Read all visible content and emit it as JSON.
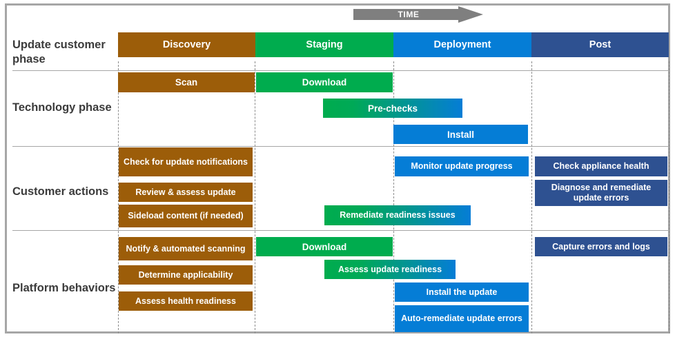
{
  "diagram": {
    "title_arrow": "TIME",
    "colors": {
      "discovery": "#9c5d09",
      "staging": "#00ac4e",
      "deployment": "#057dd6",
      "post": "#2e5191",
      "frame": "#a6a6a6",
      "arrow": "#7f7f7f",
      "grid": "#8c8c8c",
      "label_text": "#3b3b3b"
    },
    "row_labels": [
      "Update customer phase",
      "Technology phase",
      "Customer actions",
      "Platform behaviors"
    ],
    "phases": [
      {
        "label": "Discovery",
        "color": "#9c5d09"
      },
      {
        "label": "Staging",
        "color": "#00ac4e"
      },
      {
        "label": "Deployment",
        "color": "#057dd6"
      },
      {
        "label": "Post",
        "color": "#2e5191"
      }
    ],
    "technology_phase_bars": [
      {
        "label": "Scan",
        "kind": "discovery"
      },
      {
        "label": "Download",
        "kind": "staging"
      },
      {
        "label": "Pre-checks",
        "kind": "staging-deployment-gradient"
      },
      {
        "label": "Install",
        "kind": "deployment"
      }
    ],
    "customer_action_bars": [
      {
        "label": "Check for update notifications",
        "kind": "discovery"
      },
      {
        "label": "Review & assess update",
        "kind": "discovery"
      },
      {
        "label": "Sideload content (if needed)",
        "kind": "discovery"
      },
      {
        "label": "Remediate readiness issues",
        "kind": "staging-deployment-gradient"
      },
      {
        "label": "Monitor update progress",
        "kind": "deployment"
      },
      {
        "label": "Check appliance health",
        "kind": "post"
      },
      {
        "label": "Diagnose and remediate update errors",
        "kind": "post"
      }
    ],
    "platform_behavior_bars": [
      {
        "label": "Notify & automated scanning",
        "kind": "discovery"
      },
      {
        "label": "Determine applicability",
        "kind": "discovery"
      },
      {
        "label": "Assess health readiness",
        "kind": "discovery"
      },
      {
        "label": "Download",
        "kind": "staging"
      },
      {
        "label": "Assess update readiness",
        "kind": "staging-deployment-gradient"
      },
      {
        "label": "Install  the update",
        "kind": "deployment"
      },
      {
        "label": "Auto-remediate update errors",
        "kind": "deployment"
      },
      {
        "label": "Capture errors and logs",
        "kind": "post"
      }
    ]
  }
}
